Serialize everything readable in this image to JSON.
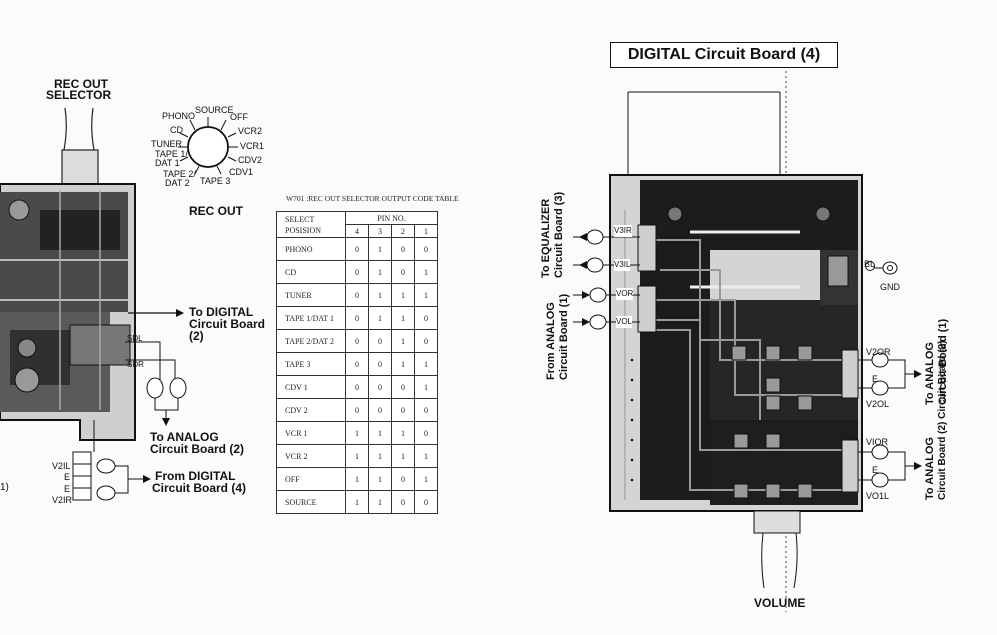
{
  "left_panel": {
    "selector_title_line1": "REC OUT",
    "selector_title_line2": "SELECTOR",
    "rec_out": "REC OUT",
    "to_digital_line1": "To DIGITAL",
    "to_digital_line2": "Circuit Board",
    "to_digital_line3": "(2)",
    "to_analog_line1": "To ANALOG",
    "to_analog_line2": "Circuit Board (2)",
    "from_digital_line1": "From DIGITAL",
    "from_digital_line2": "Circuit Board (4)",
    "connector_pins": [
      "V2IL",
      "E",
      "E",
      "V2IR"
    ],
    "pcb_labels": [
      "SDL",
      "SDR"
    ],
    "edge_label": "1)"
  },
  "dial": {
    "positions_left": [
      "PHONO",
      "CD",
      "TUNER",
      "TAPE 1/",
      "DAT 1",
      "TAPE 2/",
      "DAT 2",
      "TAPE 3"
    ],
    "position_top": "SOURCE",
    "positions_right": [
      "OFF",
      "VCR2",
      "VCR1",
      "CDV2",
      "CDV1"
    ]
  },
  "code_table": {
    "caption": "W701 :REC OUT SELECTOR OUTPUT CODE TABLE",
    "header_select_line1": "SELECT",
    "header_select_line2": "POSISION",
    "header_pin": "PIN NO.",
    "pin_numbers": [
      "4",
      "3",
      "2",
      "1"
    ],
    "rows": [
      {
        "pos": "PHONO",
        "v": [
          "0",
          "1",
          "0",
          "0"
        ]
      },
      {
        "pos": "CD",
        "v": [
          "0",
          "1",
          "0",
          "1"
        ]
      },
      {
        "pos": "TUNER",
        "v": [
          "0",
          "1",
          "1",
          "1"
        ]
      },
      {
        "pos": "TAPE 1/DAT 1",
        "v": [
          "0",
          "1",
          "1",
          "0"
        ]
      },
      {
        "pos": "TAPE 2/DAT 2",
        "v": [
          "0",
          "0",
          "1",
          "0"
        ]
      },
      {
        "pos": "TAPE 3",
        "v": [
          "0",
          "0",
          "1",
          "1"
        ]
      },
      {
        "pos": "CDV 1",
        "v": [
          "0",
          "0",
          "0",
          "1"
        ]
      },
      {
        "pos": "CDV 2",
        "v": [
          "0",
          "0",
          "0",
          "0"
        ]
      },
      {
        "pos": "VCR 1",
        "v": [
          "1",
          "1",
          "1",
          "0"
        ]
      },
      {
        "pos": "VCR 2",
        "v": [
          "1",
          "1",
          "1",
          "1"
        ]
      },
      {
        "pos": "OFF",
        "v": [
          "1",
          "1",
          "0",
          "1"
        ]
      },
      {
        "pos": "SOURCE",
        "v": [
          "1",
          "1",
          "0",
          "0"
        ]
      }
    ]
  },
  "right_panel": {
    "title": "DIGITAL Circuit Board (4)",
    "to_equalizer_line1": "To EQUALIZER",
    "to_equalizer_line2": "Circuit Board (3)",
    "from_analog_line1": "From ANALOG",
    "from_analog_line2": "Circuit Board (1)",
    "to_analog1_line1": "To ANALOG",
    "to_analog1_line2": "Circuit Board (1)",
    "to_analog2_line1": "To ANALOG",
    "to_analog2_line2": "Circuit Board (2) Circuit Board (2)",
    "bl": "BL",
    "gnd": "GND",
    "v2or": "V2OR",
    "e": "E",
    "v2ol": "V2OL",
    "vior": "VIOR",
    "voil": "VO1L",
    "volume": "VOLUME",
    "left_pins": [
      "V3IR",
      "V3IL",
      "VOR",
      "VOL"
    ]
  }
}
